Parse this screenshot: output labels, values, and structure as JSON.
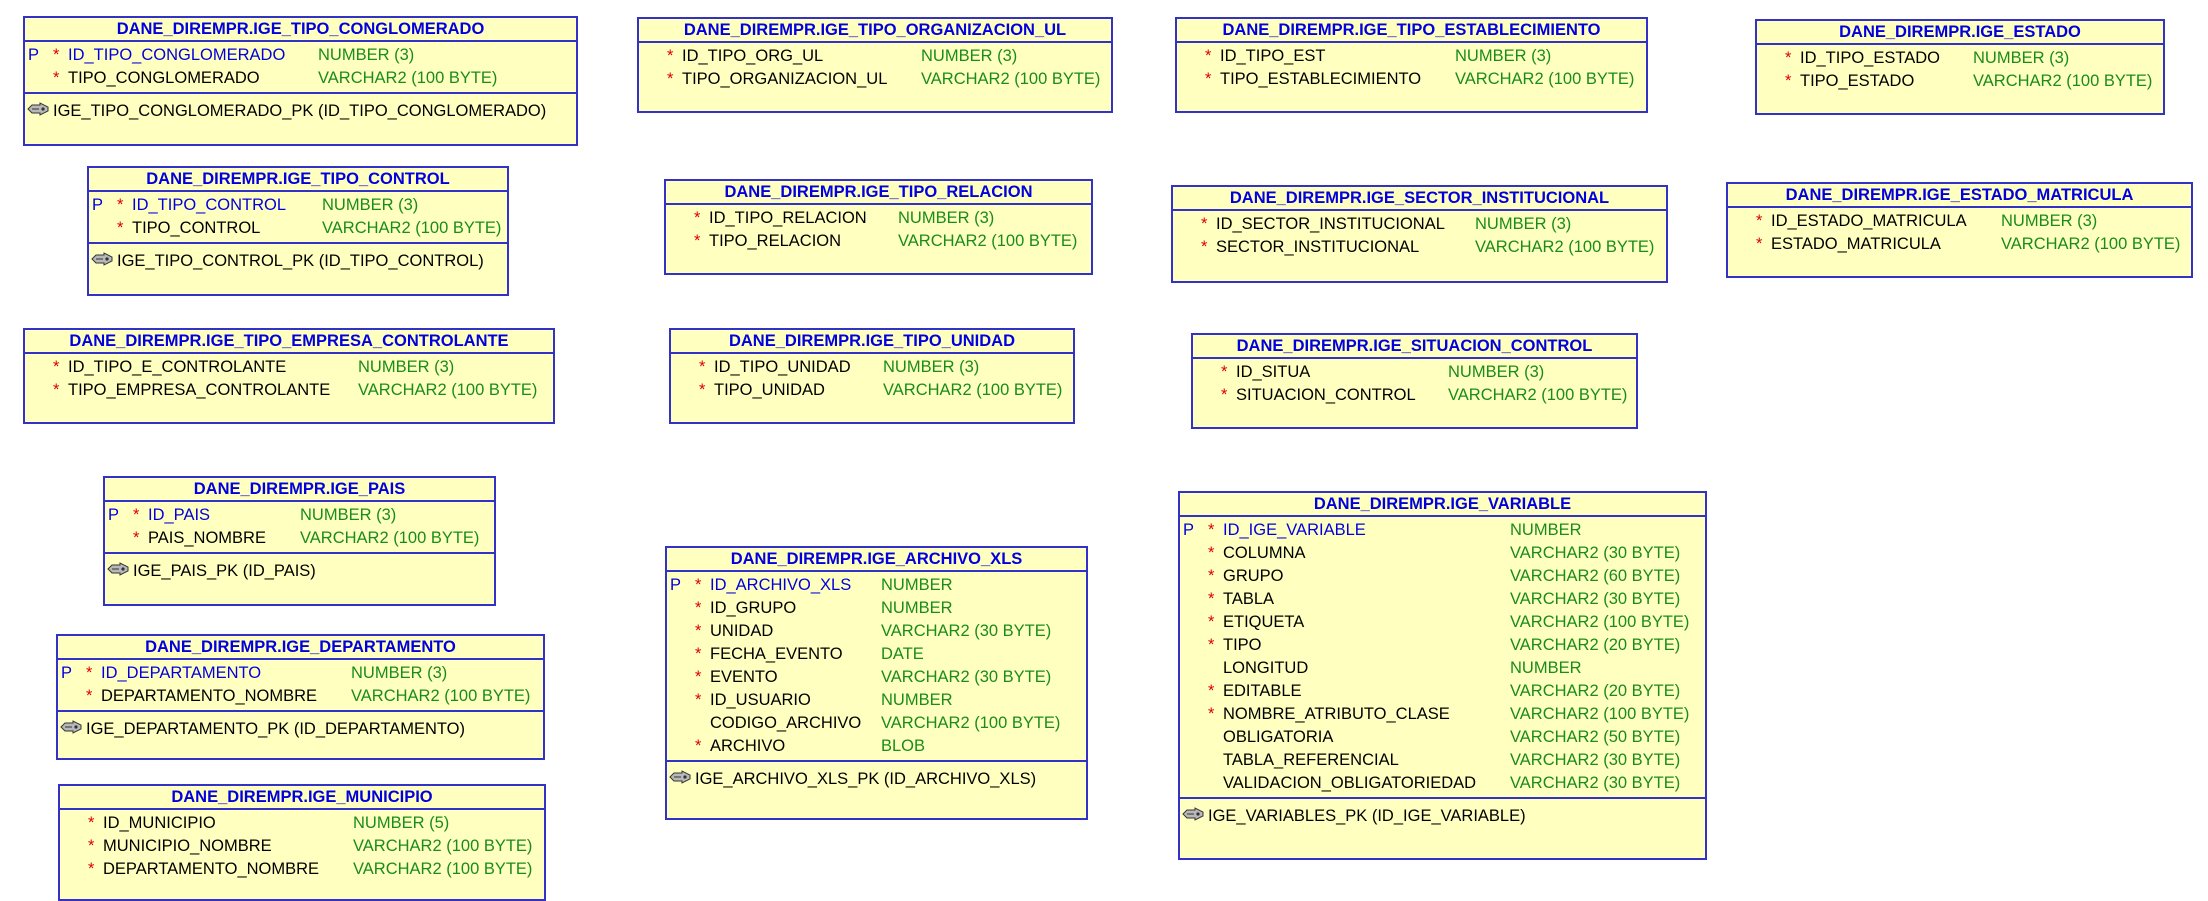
{
  "tables": [
    {
      "id": "t-tipo-conglomerado",
      "title": "DANE_DIREMPR.IGE_TIPO_CONGLOMERADO",
      "columns": [
        {
          "pk": "P",
          "star": "*",
          "name": "ID_TIPO_CONGLOMERADO",
          "type": "NUMBER (3)"
        },
        {
          "pk": "",
          "star": "*",
          "name": "TIPO_CONGLOMERADO",
          "type": "VARCHAR2 (100 BYTE)"
        }
      ],
      "index": "IGE_TIPO_CONGLOMERADO_PK (ID_TIPO_CONGLOMERADO)"
    },
    {
      "id": "t-tipo-control",
      "title": "DANE_DIREMPR.IGE_TIPO_CONTROL",
      "columns": [
        {
          "pk": "P",
          "star": "*",
          "name": "ID_TIPO_CONTROL",
          "type": "NUMBER (3)"
        },
        {
          "pk": "",
          "star": "*",
          "name": "TIPO_CONTROL",
          "type": "VARCHAR2 (100 BYTE)"
        }
      ],
      "index": "IGE_TIPO_CONTROL_PK (ID_TIPO_CONTROL)"
    },
    {
      "id": "t-tipo-empresa-controlante",
      "title": "DANE_DIREMPR.IGE_TIPO_EMPRESA_CONTROLANTE",
      "columns": [
        {
          "pk": "",
          "star": "*",
          "name": "ID_TIPO_E_CONTROLANTE",
          "type": "NUMBER (3)"
        },
        {
          "pk": "",
          "star": "*",
          "name": "TIPO_EMPRESA_CONTROLANTE",
          "type": "VARCHAR2 (100 BYTE)"
        }
      ],
      "index": ""
    },
    {
      "id": "t-pais",
      "title": "DANE_DIREMPR.IGE_PAIS",
      "columns": [
        {
          "pk": "P",
          "star": "*",
          "name": "ID_PAIS",
          "type": "NUMBER (3)"
        },
        {
          "pk": "",
          "star": "*",
          "name": "PAIS_NOMBRE",
          "type": "VARCHAR2 (100 BYTE)"
        }
      ],
      "index": "IGE_PAIS_PK (ID_PAIS)"
    },
    {
      "id": "t-departamento",
      "title": "DANE_DIREMPR.IGE_DEPARTAMENTO",
      "columns": [
        {
          "pk": "P",
          "star": "*",
          "name": "ID_DEPARTAMENTO",
          "type": "NUMBER (3)"
        },
        {
          "pk": "",
          "star": "*",
          "name": "DEPARTAMENTO_NOMBRE",
          "type": "VARCHAR2 (100 BYTE)"
        }
      ],
      "index": "IGE_DEPARTAMENTO_PK (ID_DEPARTAMENTO)"
    },
    {
      "id": "t-municipio",
      "title": "DANE_DIREMPR.IGE_MUNICIPIO",
      "columns": [
        {
          "pk": "",
          "star": "*",
          "name": "ID_MUNICIPIO",
          "type": "NUMBER (5)"
        },
        {
          "pk": "",
          "star": "*",
          "name": "MUNICIPIO_NOMBRE",
          "type": "VARCHAR2 (100 BYTE)"
        },
        {
          "pk": "",
          "star": "*",
          "name": "DEPARTAMENTO_NOMBRE",
          "type": "VARCHAR2 (100 BYTE)"
        }
      ],
      "index": ""
    },
    {
      "id": "t-tipo-organizacion-ul",
      "title": "DANE_DIREMPR.IGE_TIPO_ORGANIZACION_UL",
      "columns": [
        {
          "pk": "",
          "star": "*",
          "name": "ID_TIPO_ORG_UL",
          "type": "NUMBER (3)"
        },
        {
          "pk": "",
          "star": "*",
          "name": "TIPO_ORGANIZACION_UL",
          "type": "VARCHAR2 (100 BYTE)"
        }
      ],
      "index": ""
    },
    {
      "id": "t-tipo-relacion",
      "title": "DANE_DIREMPR.IGE_TIPO_RELACION",
      "columns": [
        {
          "pk": "",
          "star": "*",
          "name": "ID_TIPO_RELACION",
          "type": "NUMBER (3)"
        },
        {
          "pk": "",
          "star": "*",
          "name": "TIPO_RELACION",
          "type": "VARCHAR2 (100 BYTE)"
        }
      ],
      "index": ""
    },
    {
      "id": "t-tipo-unidad",
      "title": "DANE_DIREMPR.IGE_TIPO_UNIDAD",
      "columns": [
        {
          "pk": "",
          "star": "*",
          "name": "ID_TIPO_UNIDAD",
          "type": "NUMBER (3)"
        },
        {
          "pk": "",
          "star": "*",
          "name": "TIPO_UNIDAD",
          "type": "VARCHAR2 (100 BYTE)"
        }
      ],
      "index": ""
    },
    {
      "id": "t-archivo-xls",
      "title": "DANE_DIREMPR.IGE_ARCHIVO_XLS",
      "columns": [
        {
          "pk": "P",
          "star": "*",
          "name": "ID_ARCHIVO_XLS",
          "type": "NUMBER"
        },
        {
          "pk": "",
          "star": "*",
          "name": "ID_GRUPO",
          "type": "NUMBER"
        },
        {
          "pk": "",
          "star": "*",
          "name": "UNIDAD",
          "type": "VARCHAR2 (30 BYTE)"
        },
        {
          "pk": "",
          "star": "*",
          "name": "FECHA_EVENTO",
          "type": "DATE"
        },
        {
          "pk": "",
          "star": "*",
          "name": "EVENTO",
          "type": "VARCHAR2 (30 BYTE)"
        },
        {
          "pk": "",
          "star": "*",
          "name": "ID_USUARIO",
          "type": "NUMBER"
        },
        {
          "pk": "",
          "star": "",
          "name": "CODIGO_ARCHIVO",
          "type": "VARCHAR2 (100 BYTE)"
        },
        {
          "pk": "",
          "star": "*",
          "name": "ARCHIVO",
          "type": "BLOB"
        }
      ],
      "index": "IGE_ARCHIVO_XLS_PK (ID_ARCHIVO_XLS)"
    },
    {
      "id": "t-tipo-establecimiento",
      "title": "DANE_DIREMPR.IGE_TIPO_ESTABLECIMIENTO",
      "columns": [
        {
          "pk": "",
          "star": "*",
          "name": "ID_TIPO_EST",
          "type": "NUMBER (3)"
        },
        {
          "pk": "",
          "star": "*",
          "name": "TIPO_ESTABLECIMIENTO",
          "type": "VARCHAR2 (100 BYTE)"
        }
      ],
      "index": ""
    },
    {
      "id": "t-sector-institucional",
      "title": "DANE_DIREMPR.IGE_SECTOR_INSTITUCIONAL",
      "columns": [
        {
          "pk": "",
          "star": "*",
          "name": "ID_SECTOR_INSTITUCIONAL",
          "type": "NUMBER (3)"
        },
        {
          "pk": "",
          "star": "*",
          "name": "SECTOR_INSTITUCIONAL",
          "type": "VARCHAR2 (100 BYTE)"
        }
      ],
      "index": ""
    },
    {
      "id": "t-situacion-control",
      "title": "DANE_DIREMPR.IGE_SITUACION_CONTROL",
      "columns": [
        {
          "pk": "",
          "star": "*",
          "name": "ID_SITUA",
          "type": "NUMBER (3)"
        },
        {
          "pk": "",
          "star": "*",
          "name": "SITUACION_CONTROL",
          "type": "VARCHAR2 (100 BYTE)"
        }
      ],
      "index": ""
    },
    {
      "id": "t-variable",
      "title": "DANE_DIREMPR.IGE_VARIABLE",
      "columns": [
        {
          "pk": "P",
          "star": "*",
          "name": "ID_IGE_VARIABLE",
          "type": "NUMBER"
        },
        {
          "pk": "",
          "star": "*",
          "name": "COLUMNA",
          "type": "VARCHAR2 (30 BYTE)"
        },
        {
          "pk": "",
          "star": "*",
          "name": "GRUPO",
          "type": "VARCHAR2 (60 BYTE)"
        },
        {
          "pk": "",
          "star": "*",
          "name": "TABLA",
          "type": "VARCHAR2 (30 BYTE)"
        },
        {
          "pk": "",
          "star": "*",
          "name": "ETIQUETA",
          "type": "VARCHAR2 (100 BYTE)"
        },
        {
          "pk": "",
          "star": "*",
          "name": "TIPO",
          "type": "VARCHAR2 (20 BYTE)"
        },
        {
          "pk": "",
          "star": "",
          "name": "LONGITUD",
          "type": "NUMBER"
        },
        {
          "pk": "",
          "star": "*",
          "name": "EDITABLE",
          "type": "VARCHAR2 (20 BYTE)"
        },
        {
          "pk": "",
          "star": "*",
          "name": "NOMBRE_ATRIBUTO_CLASE",
          "type": "VARCHAR2 (100 BYTE)"
        },
        {
          "pk": "",
          "star": "",
          "name": "OBLIGATORIA",
          "type": "VARCHAR2 (50 BYTE)"
        },
        {
          "pk": "",
          "star": "",
          "name": "TABLA_REFERENCIAL",
          "type": "VARCHAR2 (30 BYTE)"
        },
        {
          "pk": "",
          "star": "",
          "name": "VALIDACION_OBLIGATORIEDAD",
          "type": "VARCHAR2 (30 BYTE)"
        }
      ],
      "index": "IGE_VARIABLES_PK (ID_IGE_VARIABLE)"
    },
    {
      "id": "t-estado",
      "title": "DANE_DIREMPR.IGE_ESTADO",
      "columns": [
        {
          "pk": "",
          "star": "*",
          "name": "ID_TIPO_ESTADO",
          "type": "NUMBER (3)"
        },
        {
          "pk": "",
          "star": "*",
          "name": "TIPO_ESTADO",
          "type": "VARCHAR2 (100 BYTE)"
        }
      ],
      "index": ""
    },
    {
      "id": "t-estado-matricula",
      "title": "DANE_DIREMPR.IGE_ESTADO_MATRICULA",
      "columns": [
        {
          "pk": "",
          "star": "*",
          "name": "ID_ESTADO_MATRICULA",
          "type": "NUMBER (3)"
        },
        {
          "pk": "",
          "star": "*",
          "name": "ESTADO_MATRICULA",
          "type": "VARCHAR2 (100 BYTE)"
        }
      ],
      "index": ""
    }
  ]
}
